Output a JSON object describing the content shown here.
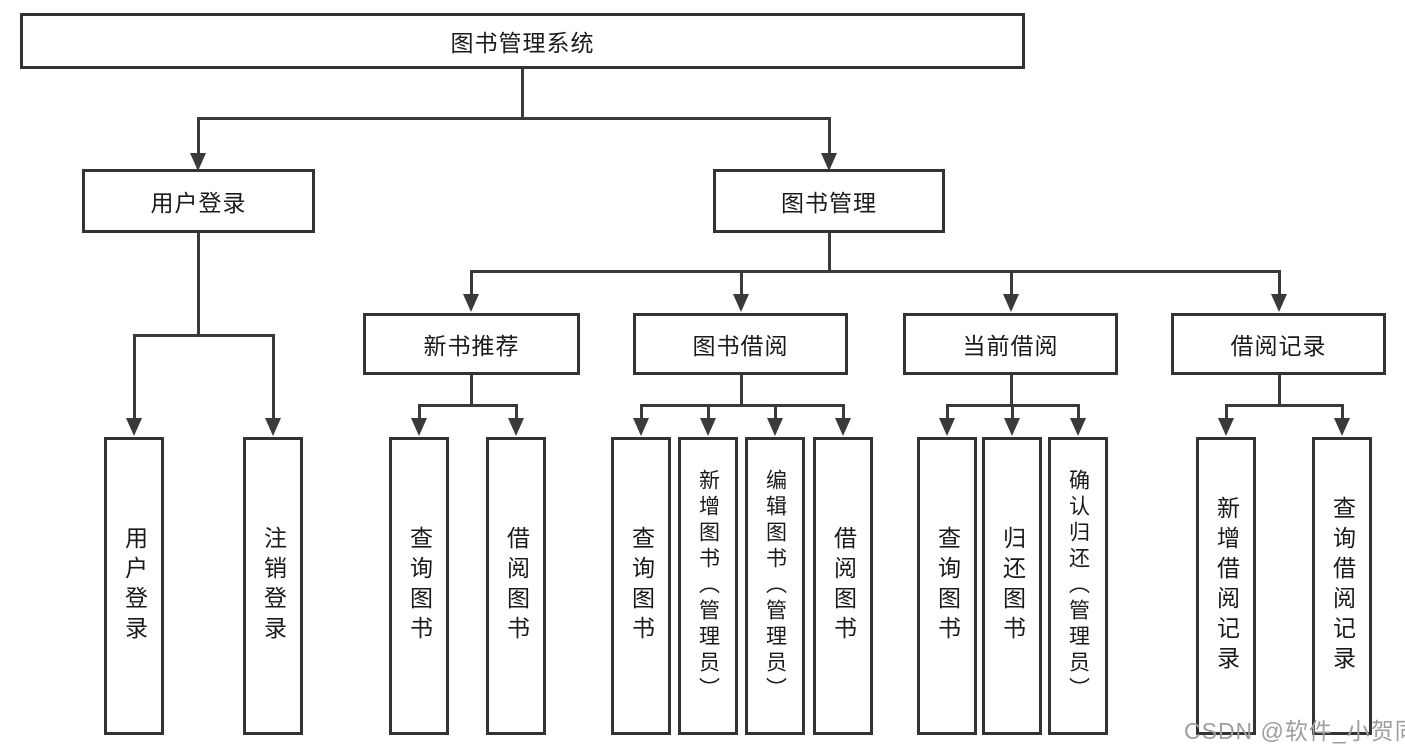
{
  "colors": {
    "line": "#3a3a3a",
    "box_border": "#333333",
    "box_fill": "#ffffff",
    "text": "#1a1a1a",
    "watermark_gray": "#9e9e9e"
  },
  "diagram": {
    "root": {
      "label": "图书管理系统"
    },
    "branches": [
      {
        "label": "用户登录",
        "children": [
          {
            "label": "用户登录"
          },
          {
            "label": "注销登录"
          }
        ]
      },
      {
        "label": "图书管理",
        "sections": [
          {
            "label": "新书推荐",
            "children": [
              {
                "label": "查询图书"
              },
              {
                "label": "借阅图书"
              }
            ]
          },
          {
            "label": "图书借阅",
            "children": [
              {
                "label": "查询图书"
              },
              {
                "label": "新增图书（管理员）"
              },
              {
                "label": "编辑图书（管理员）"
              },
              {
                "label": "借阅图书"
              }
            ]
          },
          {
            "label": "当前借阅",
            "children": [
              {
                "label": "查询图书"
              },
              {
                "label": "归还图书"
              },
              {
                "label": "确认归还（管理员）"
              }
            ]
          },
          {
            "label": "借阅记录",
            "children": [
              {
                "label": "新增借阅记录"
              },
              {
                "label": "查询借阅记录"
              }
            ]
          }
        ]
      }
    ]
  },
  "watermark": {
    "text": "CSDN @软件_小贺同学"
  }
}
